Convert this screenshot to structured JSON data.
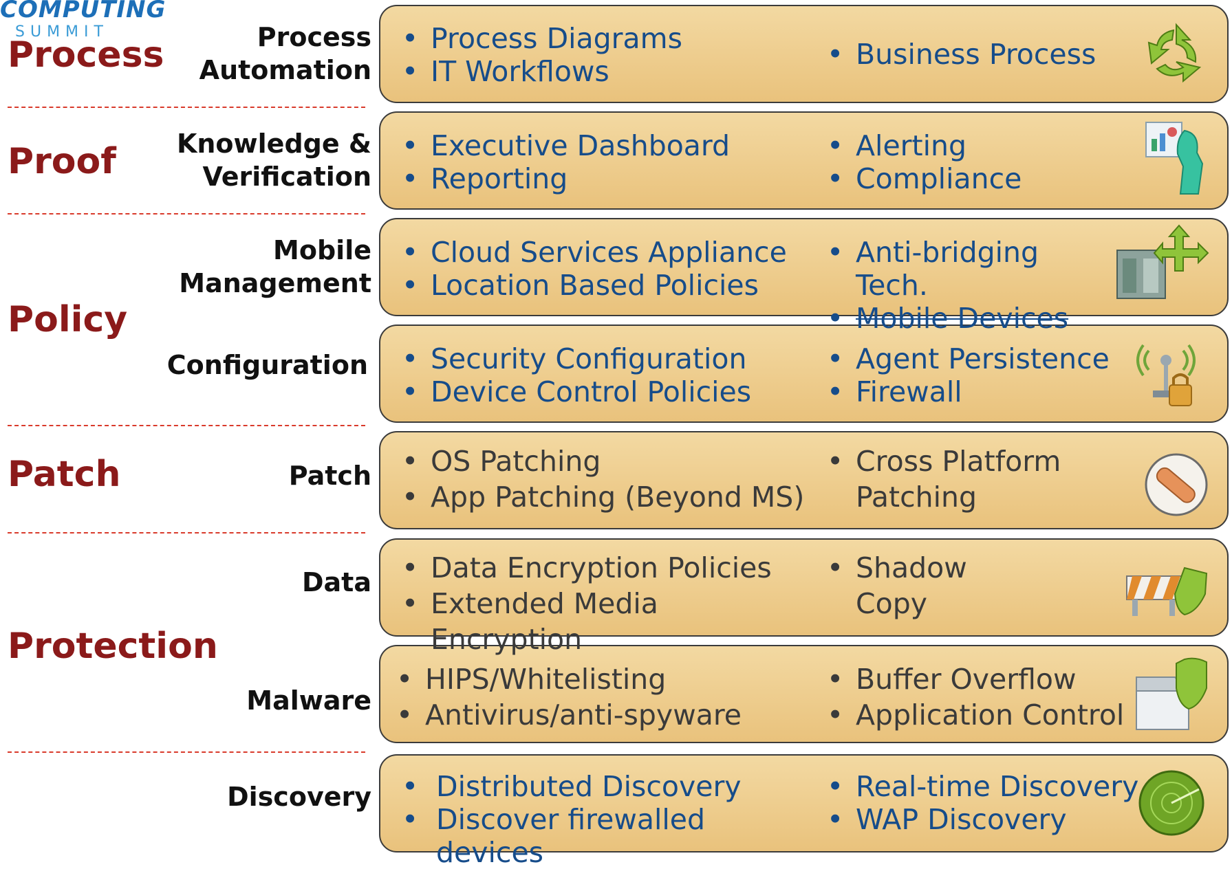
{
  "logo": {
    "line1": "COMPUTING",
    "line2": "SUMMIT"
  },
  "categories": {
    "process": "Process",
    "proof": "Proof",
    "policy": "Policy",
    "patch": "Patch",
    "protection": "Protection"
  },
  "rows": [
    {
      "label": "Process\nAutomation",
      "left": [
        "Process Diagrams",
        "IT Workflows"
      ],
      "right": [
        "Business Process"
      ],
      "icon": "recycle-arrows-icon"
    },
    {
      "label": "Knowledge &\nVerification",
      "left": [
        "Executive Dashboard",
        "Reporting"
      ],
      "right": [
        "Alerting",
        "Compliance"
      ],
      "icon": "dashboard-person-icon"
    },
    {
      "label": "Mobile\nManagement",
      "left": [
        "Cloud Services Appliance",
        "Location Based Policies"
      ],
      "right": [
        "Anti-bridging\nTech.",
        "Mobile Devices"
      ],
      "icon": "building-arrows-icon"
    },
    {
      "label": "Configuration",
      "left": [
        "Security Configuration",
        "Device Control Policies"
      ],
      "right": [
        "Agent Persistence",
        "Firewall"
      ],
      "icon": "wireless-lock-icon"
    },
    {
      "label": "Patch",
      "left": [
        "OS Patching",
        "App Patching (Beyond MS)"
      ],
      "right": [
        "Cross Platform\nPatching"
      ],
      "icon": "bandage-disc-icon"
    },
    {
      "label": "Data",
      "left": [
        "Data Encryption Policies",
        "Extended Media\nEncryption"
      ],
      "right": [
        "Shadow\nCopy"
      ],
      "icon": "barrier-shield-icon"
    },
    {
      "label": "Malware",
      "left": [
        "HIPS/Whitelisting",
        "Antivirus/anti-spyware"
      ],
      "right": [
        "Buffer Overflow",
        "Application Control"
      ],
      "icon": "gate-shield-icon"
    },
    {
      "label": "Discovery",
      "left": [
        "Distributed Discovery",
        "Discover firewalled\ndevices"
      ],
      "right": [
        "Real-time Discovery",
        "WAP Discovery"
      ],
      "icon": "radar-icon"
    }
  ]
}
